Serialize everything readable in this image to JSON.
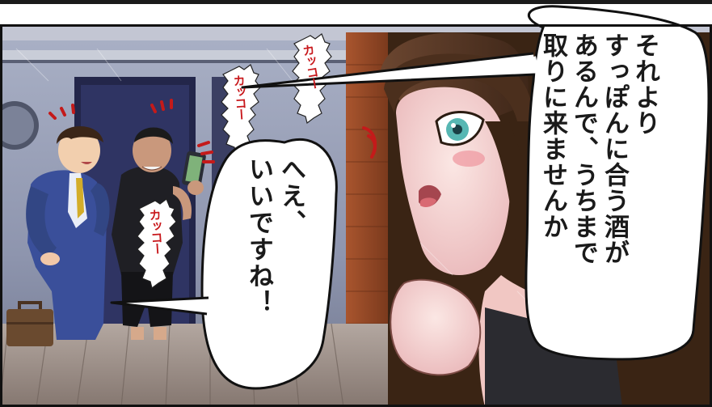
{
  "speech_bubbles": {
    "right": {
      "lines": [
        "それより",
        "すっぽんに合う酒が",
        "あるんで、うちまで",
        "取りに来ませんか"
      ]
    },
    "left": {
      "lines": [
        "へえ、",
        "いいですね！"
      ]
    }
  },
  "sound_effects": [
    {
      "text": "カッコー"
    },
    {
      "text": "カッコー"
    },
    {
      "text": "カッコー"
    }
  ]
}
